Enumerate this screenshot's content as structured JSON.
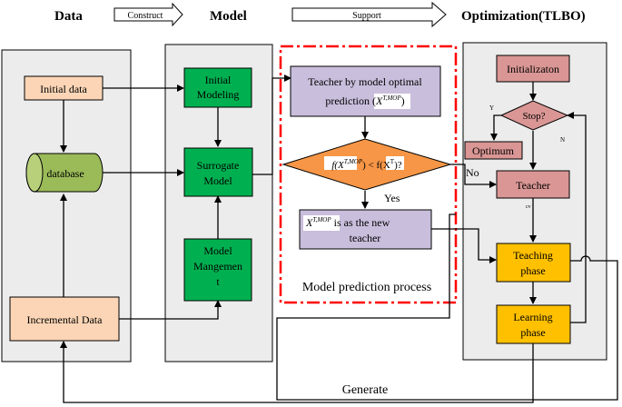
{
  "headers": {
    "data": "Data",
    "model": "Model",
    "optimization": "Optimization(TLBO)",
    "construct": "Construct",
    "support": "Support"
  },
  "data_panel": {
    "initial_data": "Initial data",
    "database": "database",
    "incremental_data": "Incremental Data"
  },
  "model_panel": {
    "initial_modeling": [
      "Initial",
      "Modeling"
    ],
    "surrogate_model": [
      "Surrogate",
      "Model"
    ],
    "model_management": [
      "Model",
      "Mangemen",
      "t"
    ]
  },
  "prediction_panel": {
    "teacher_box": {
      "line1": "Teacher by model optimal",
      "line2_prefix": "prediction (",
      "line2_suffix": ")"
    },
    "decision": {
      "prefix": "f(",
      "middle": ") < f(X",
      "suffix": ")?"
    },
    "new_teacher": {
      "suffix": " is as the new",
      "line2": "teacher"
    },
    "caption": "Model prediction process",
    "yes": "Yes",
    "no": "No"
  },
  "symbols": {
    "x_mop_base": "X",
    "x_mop_sup": "T,MOP",
    "xt_sup": "T"
  },
  "tlbo_panel": {
    "initialization": "Initializaton",
    "stop": "Stop?",
    "optimum": "Optimum",
    "teacher": "Teacher",
    "teaching": [
      "Teaching",
      "phase"
    ],
    "learning": [
      "Learning",
      "phase"
    ],
    "y": "Y",
    "n": "N",
    "cv": "cv"
  },
  "generate": "Generate",
  "colors": {
    "peach": "#fbd5b5",
    "olive": "#9bbb59",
    "green": "#00b050",
    "lavender": "#c9bedc",
    "orange": "#f79646",
    "rose": "#d99694",
    "amber": "#ffc000",
    "panel": "#ececec",
    "dash": "#ff0000"
  }
}
